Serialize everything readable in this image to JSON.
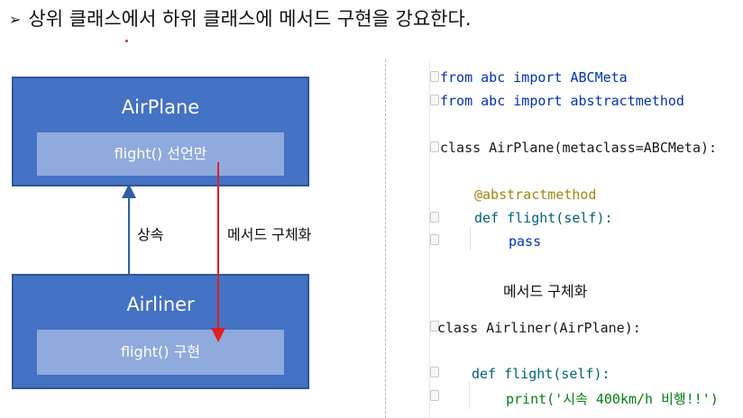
{
  "headline": {
    "bullet": "➢",
    "text": "상위 클래스에서 하위 클래스에 메서드 구현을 강요한다."
  },
  "diagram": {
    "parent_class": {
      "title": "AirPlane",
      "method": "flight() 선언만"
    },
    "child_class": {
      "title": "Airliner",
      "method": "flight() 구현"
    },
    "inheritance_label": "상속",
    "implementation_label": "메서드 구체화",
    "colors": {
      "box_fill": "#4472c4",
      "method_fill": "#8faadc",
      "inherit_arrow": "#2e5fa6",
      "impl_arrow": "#e02020"
    }
  },
  "code": {
    "lines": [
      "from abc import ABCMeta",
      "from abc import abstractmethod",
      "class AirPlane(metaclass=ABCMeta):",
      "@abstractmethod",
      "def flight(self):",
      "pass",
      "class Airliner(AirPlane):",
      "def flight(self):",
      "print('시속 400km/h 비행!!')"
    ],
    "arrow_label": "메서드 구체화"
  }
}
